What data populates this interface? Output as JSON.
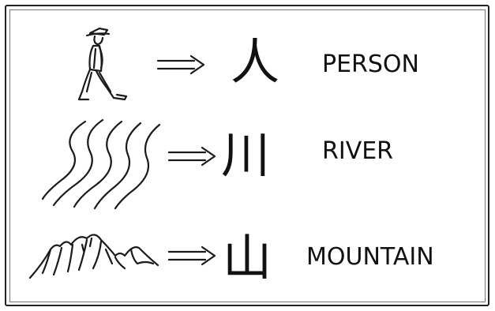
{
  "rows": [
    {
      "drawing": "walking-person-drawing",
      "character": "人",
      "meaning": "PERSON"
    },
    {
      "drawing": "flowing-river-drawing",
      "character": "川",
      "meaning": "RIVER"
    },
    {
      "drawing": "mountain-range-drawing",
      "character": "山",
      "meaning": "MOUNTAIN"
    }
  ],
  "arrow_icon": "double-line-right-arrow-icon"
}
